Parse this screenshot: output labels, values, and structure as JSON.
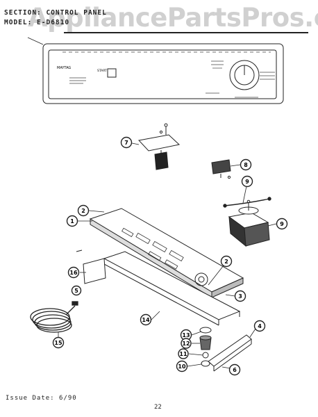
{
  "header": {
    "section_line": "SECTION: CONTROL PANEL",
    "model_line": "MODEL: E-D6810"
  },
  "watermark": "AppliancePartsPros.com",
  "panel": {
    "brand": "MAYTAG",
    "start_label": "START"
  },
  "callouts": [
    "1",
    "2",
    "2",
    "3",
    "4",
    "5",
    "6",
    "7",
    "8",
    "9",
    "9",
    "10",
    "11",
    "12",
    "13",
    "14",
    "15",
    "16"
  ],
  "footer": {
    "issue_date": "Issue Date: 6/90",
    "page_number": "22"
  },
  "colors": {
    "ink": "#222222",
    "watermark": "#969696"
  }
}
